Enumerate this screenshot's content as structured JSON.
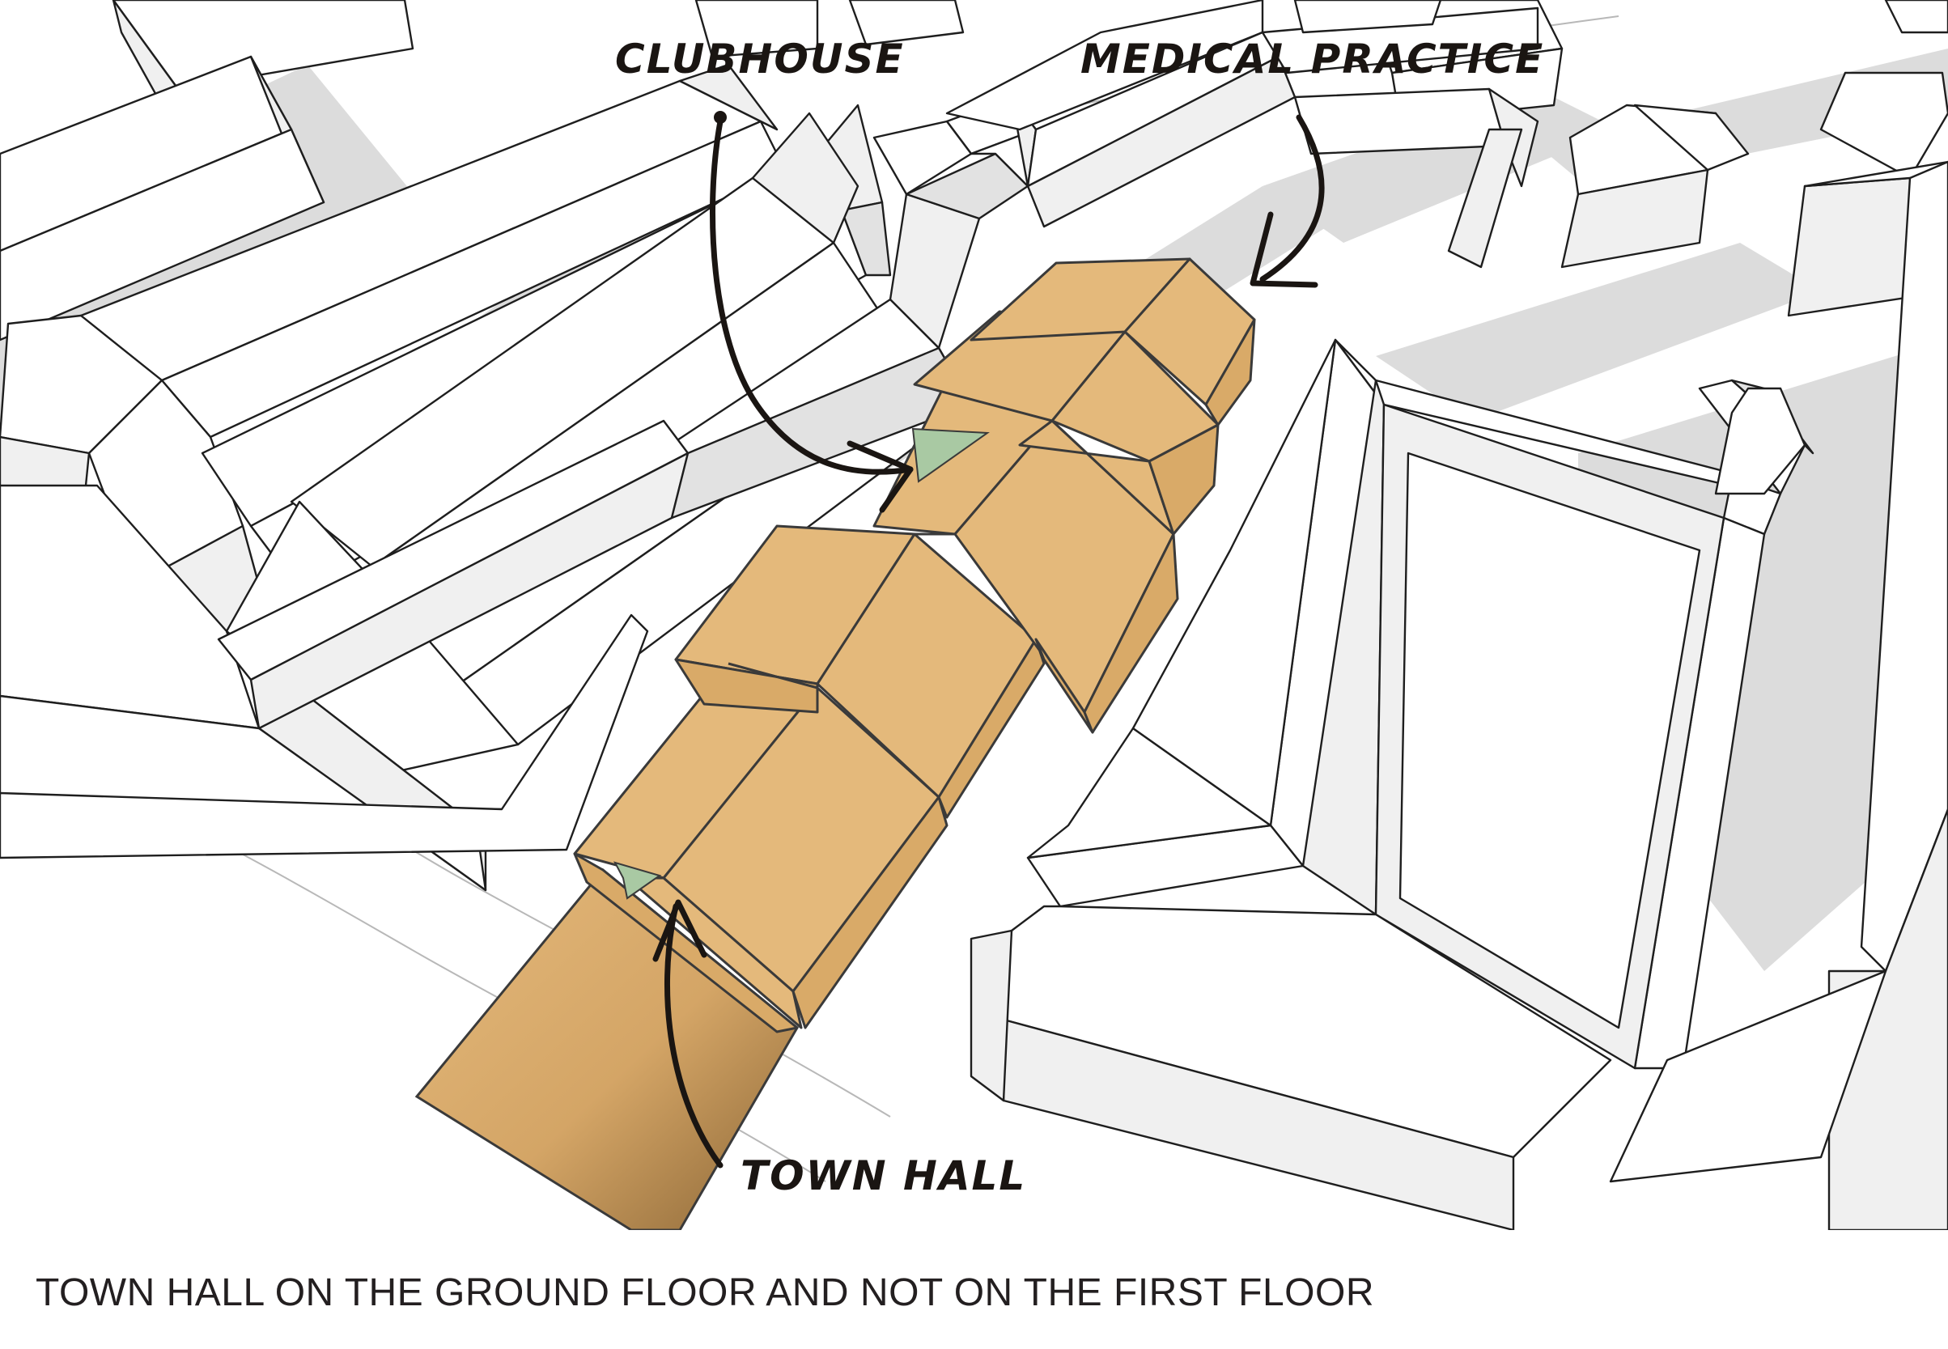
{
  "labels": {
    "clubhouse": "CLUBHOUSE",
    "medical_practice": "MEDICAL PRACTICE",
    "town_hall": "TOWN HALL"
  },
  "caption": "TOWN HALL ON THE GROUND FLOOR AND NOT ON THE FIRST FLOOR",
  "colors": {
    "program_volume": "#e4b97b",
    "passage": "#a9c9a3",
    "context_buildings": "#ffffff",
    "ground_shadow": "#dcdcdc",
    "ink": "#1a1512"
  }
}
